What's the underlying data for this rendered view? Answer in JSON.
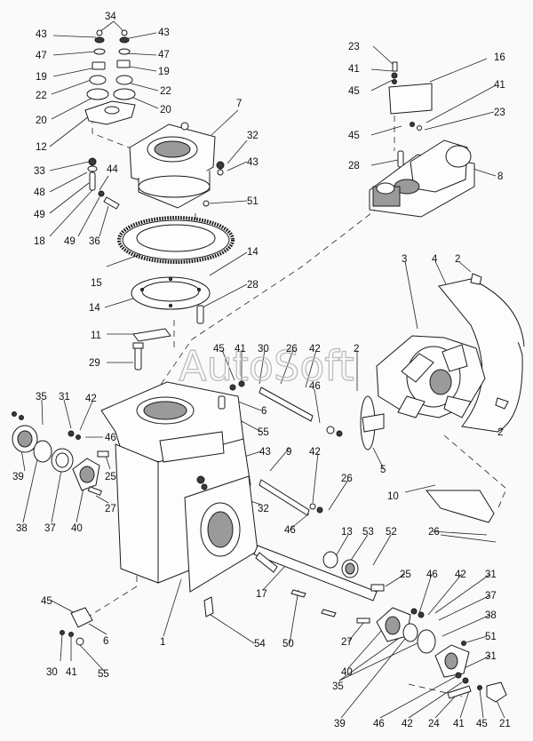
{
  "watermark": "AutoSoft",
  "callouts": [
    {
      "id": "c1",
      "label": "34"
    },
    {
      "id": "c2",
      "label": "43"
    },
    {
      "id": "c3",
      "label": "43"
    },
    {
      "id": "c4",
      "label": "47"
    },
    {
      "id": "c5",
      "label": "47"
    },
    {
      "id": "c6",
      "label": "19"
    },
    {
      "id": "c7",
      "label": "19"
    },
    {
      "id": "c8",
      "label": "22"
    },
    {
      "id": "c9",
      "label": "22"
    },
    {
      "id": "c10",
      "label": "20"
    },
    {
      "id": "c11",
      "label": "20"
    },
    {
      "id": "c12",
      "label": "12"
    },
    {
      "id": "c13",
      "label": "7"
    },
    {
      "id": "c14",
      "label": "32"
    },
    {
      "id": "c15",
      "label": "43"
    },
    {
      "id": "c16",
      "label": "33"
    },
    {
      "id": "c17",
      "label": "44"
    },
    {
      "id": "c18",
      "label": "48"
    },
    {
      "id": "c19",
      "label": "49"
    },
    {
      "id": "c20",
      "label": "51"
    },
    {
      "id": "c21",
      "label": "18"
    },
    {
      "id": "c22",
      "label": "49"
    },
    {
      "id": "c23",
      "label": "36"
    },
    {
      "id": "c24",
      "label": "23"
    },
    {
      "id": "c25",
      "label": "16"
    },
    {
      "id": "c26",
      "label": "41"
    },
    {
      "id": "c27",
      "label": "45"
    },
    {
      "id": "c28",
      "label": "41"
    },
    {
      "id": "c29",
      "label": "23"
    },
    {
      "id": "c30",
      "label": "45"
    },
    {
      "id": "c31",
      "label": "28"
    },
    {
      "id": "c32",
      "label": "8"
    },
    {
      "id": "c33",
      "label": "3"
    },
    {
      "id": "c34",
      "label": "4"
    },
    {
      "id": "c35",
      "label": "2"
    },
    {
      "id": "c36",
      "label": "15"
    },
    {
      "id": "c37",
      "label": "14"
    },
    {
      "id": "c38",
      "label": "14"
    },
    {
      "id": "c39",
      "label": "28"
    },
    {
      "id": "c40",
      "label": "11"
    },
    {
      "id": "c41",
      "label": "29"
    },
    {
      "id": "c42",
      "label": "45"
    },
    {
      "id": "c43",
      "label": "41"
    },
    {
      "id": "c44",
      "label": "30"
    },
    {
      "id": "c45",
      "label": "26"
    },
    {
      "id": "c46",
      "label": "42"
    },
    {
      "id": "c47",
      "label": "2"
    },
    {
      "id": "c48",
      "label": "46"
    },
    {
      "id": "c49",
      "label": "6"
    },
    {
      "id": "c50",
      "label": "55"
    },
    {
      "id": "c51",
      "label": "35"
    },
    {
      "id": "c52",
      "label": "31"
    },
    {
      "id": "c53",
      "label": "42"
    },
    {
      "id": "c54",
      "label": "46"
    },
    {
      "id": "c55",
      "label": "25"
    },
    {
      "id": "c56",
      "label": "27"
    },
    {
      "id": "c57",
      "label": "39"
    },
    {
      "id": "c58",
      "label": "38"
    },
    {
      "id": "c59",
      "label": "37"
    },
    {
      "id": "c60",
      "label": "40"
    },
    {
      "id": "c61",
      "label": "43"
    },
    {
      "id": "c62",
      "label": "32"
    },
    {
      "id": "c63",
      "label": "9"
    },
    {
      "id": "c64",
      "label": "42"
    },
    {
      "id": "c65",
      "label": "26"
    },
    {
      "id": "c66",
      "label": "46"
    },
    {
      "id": "c67",
      "label": "5"
    },
    {
      "id": "c68",
      "label": "2"
    },
    {
      "id": "c69",
      "label": "10"
    },
    {
      "id": "c70",
      "label": "26"
    },
    {
      "id": "c71",
      "label": "13"
    },
    {
      "id": "c72",
      "label": "53"
    },
    {
      "id": "c73",
      "label": "52"
    },
    {
      "id": "c74",
      "label": "17"
    },
    {
      "id": "c75",
      "label": "25"
    },
    {
      "id": "c76",
      "label": "46"
    },
    {
      "id": "c77",
      "label": "42"
    },
    {
      "id": "c78",
      "label": "31"
    },
    {
      "id": "c79",
      "label": "37"
    },
    {
      "id": "c80",
      "label": "38"
    },
    {
      "id": "c81",
      "label": "45"
    },
    {
      "id": "c82",
      "label": "6"
    },
    {
      "id": "c83",
      "label": "1"
    },
    {
      "id": "c84",
      "label": "54"
    },
    {
      "id": "c85",
      "label": "50"
    },
    {
      "id": "c86",
      "label": "27"
    },
    {
      "id": "c87",
      "label": "40"
    },
    {
      "id": "c88",
      "label": "51"
    },
    {
      "id": "c89",
      "label": "30"
    },
    {
      "id": "c90",
      "label": "41"
    },
    {
      "id": "c91",
      "label": "55"
    },
    {
      "id": "c92",
      "label": "35"
    },
    {
      "id": "c93",
      "label": "31"
    },
    {
      "id": "c94",
      "label": "39"
    },
    {
      "id": "c95",
      "label": "46"
    },
    {
      "id": "c96",
      "label": "42"
    },
    {
      "id": "c97",
      "label": "24"
    },
    {
      "id": "c98",
      "label": "41"
    },
    {
      "id": "c99",
      "label": "45"
    },
    {
      "id": "c100",
      "label": "21"
    }
  ]
}
